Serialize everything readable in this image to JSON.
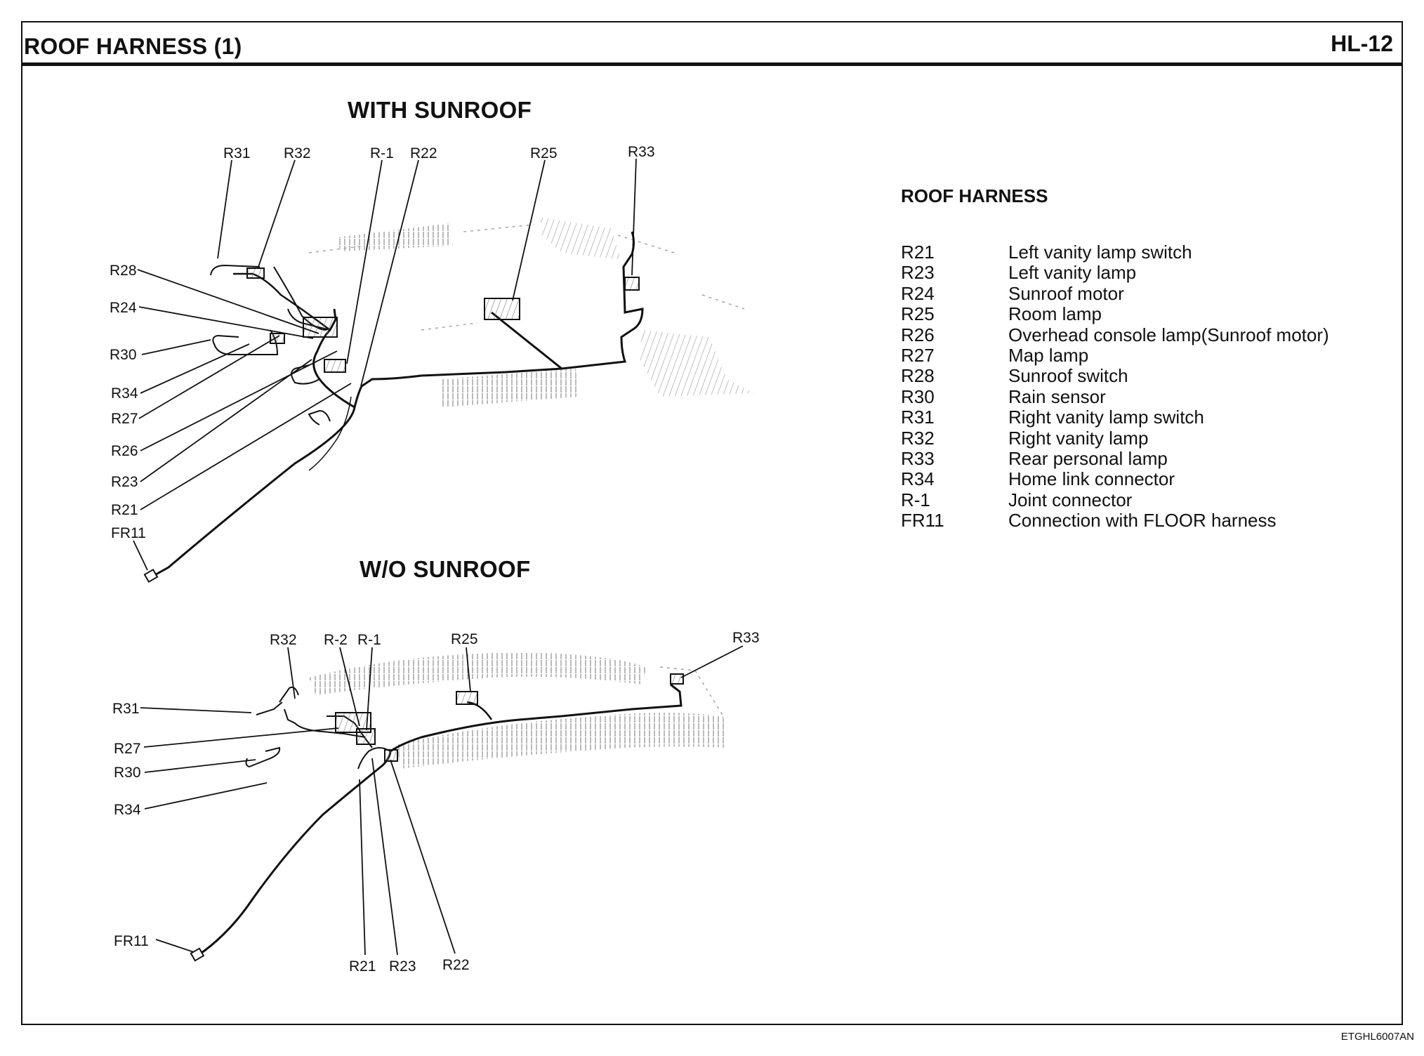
{
  "header": {
    "title": "ROOF HARNESS (1)",
    "page_code": "HL-12"
  },
  "with_sunroof": {
    "title": "WITH SUNROOF",
    "labels": {
      "r31": "R31",
      "r32": "R32",
      "r1": "R-1",
      "r22": "R22",
      "r25": "R25",
      "r33": "R33",
      "r28": "R28",
      "r24": "R24",
      "r30": "R30",
      "r34": "R34",
      "r27": "R27",
      "r26": "R26",
      "r23": "R23",
      "r21": "R21",
      "fr11": "FR11"
    }
  },
  "without_sunroof": {
    "title": "W/O SUNROOF",
    "labels": {
      "r32": "R32",
      "r2": "R-2",
      "r1": "R-1",
      "r25": "R25",
      "r33": "R33",
      "r31": "R31",
      "r27": "R27",
      "r30": "R30",
      "r34": "R34",
      "fr11": "FR11",
      "r21": "R21",
      "r23": "R23",
      "r22": "R22"
    }
  },
  "legend": {
    "title": "ROOF HARNESS",
    "items": [
      {
        "code": "R21",
        "description": "Left vanity lamp switch"
      },
      {
        "code": "R23",
        "description": "Left vanity lamp"
      },
      {
        "code": "R24",
        "description": "Sunroof motor"
      },
      {
        "code": "R25",
        "description": "Room lamp"
      },
      {
        "code": "R26",
        "description": "Overhead console lamp(Sunroof motor)"
      },
      {
        "code": "R27",
        "description": "Map lamp"
      },
      {
        "code": "R28",
        "description": "Sunroof switch"
      },
      {
        "code": "R30",
        "description": "Rain sensor"
      },
      {
        "code": "R31",
        "description": "Right vanity lamp switch"
      },
      {
        "code": "R32",
        "description": "Right vanity lamp"
      },
      {
        "code": "R33",
        "description": "Rear personal lamp"
      },
      {
        "code": "R34",
        "description": "Home link connector"
      },
      {
        "code": "R-1",
        "description": "Joint connector"
      },
      {
        "code": "FR11",
        "description": "Connection with FLOOR harness"
      }
    ]
  },
  "footer": {
    "doc_code": "ETGHL6007AN"
  }
}
